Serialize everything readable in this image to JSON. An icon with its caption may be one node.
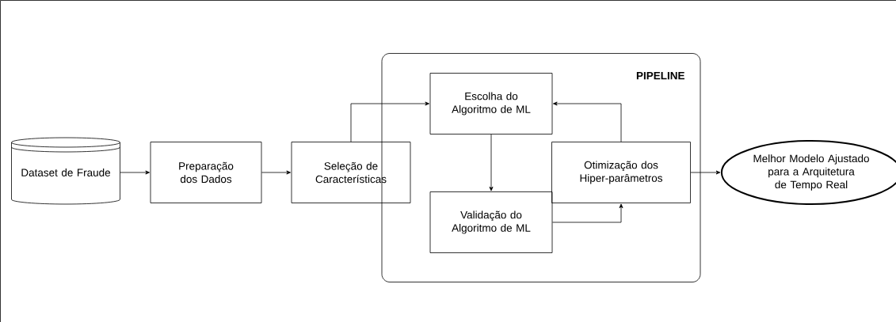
{
  "diagram": {
    "nodes": [
      {
        "text": [
          "Dataset de Fraude"
        ]
      },
      {
        "text": [
          "Preparação dos Dados"
        ]
      },
      {
        "text": [
          "Seleção de Características"
        ]
      },
      {
        "text": [
          "PIPELINE"
        ]
      },
      {
        "text": [
          "Escolha do Algoritmo de ML"
        ],
        "in": 3
      },
      {
        "text": [
          "Validação do Algoritmo de ML"
        ],
        "in": 3
      },
      {
        "text": [
          "Otimização dos Hiper-parâmetros"
        ],
        "in": 3
      },
      {
        "text": [
          "Melhor Modelo Ajustado para a Arquitetura de Tempo Real"
        ]
      }
    ],
    "edges": [
      {
        "from": 0,
        "to": 1,
        "arrow": "to"
      },
      {
        "from": 1,
        "to": 2,
        "arrow": "to"
      },
      {
        "from": 2,
        "to": 4,
        "arrow": "to"
      },
      {
        "from": 4,
        "to": 5,
        "arrow": "to"
      },
      {
        "from": 5,
        "to": 6,
        "arrow": "to"
      },
      {
        "from": 6,
        "to": 4,
        "arrow": "to"
      },
      {
        "from": 6,
        "to": 7,
        "arrow": "to"
      }
    ]
  }
}
